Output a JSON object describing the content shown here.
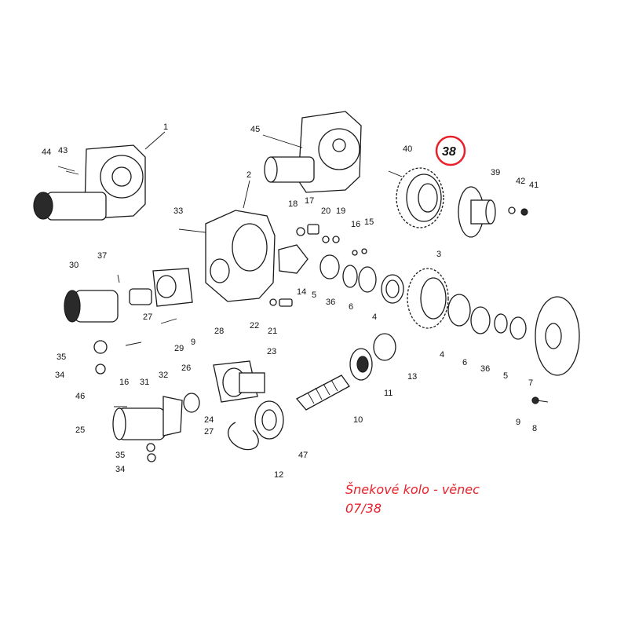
{
  "diagram": {
    "highlight_color": "#e8202a",
    "highlighted_part": "38",
    "callouts": {
      "c1": "1",
      "c2": "2",
      "c3": "3",
      "c4a": "4",
      "c4b": "4",
      "c5a": "5",
      "c5b": "5",
      "c6a": "6",
      "c6b": "6",
      "c7": "7",
      "c8": "8",
      "c9a": "9",
      "c9b": "9",
      "c10": "10",
      "c11": "11",
      "c12": "12",
      "c13": "13",
      "c14": "14",
      "c15": "15",
      "c16a": "16",
      "c16b": "16",
      "c17": "17",
      "c18": "18",
      "c19": "19",
      "c20": "20",
      "c21": "21",
      "c22": "22",
      "c23": "23",
      "c24": "24",
      "c25": "25",
      "c26": "26",
      "c27a": "27",
      "c27b": "27",
      "c28": "28",
      "c29": "29",
      "c30": "30",
      "c31": "31",
      "c32": "32",
      "c33": "33",
      "c34a": "34",
      "c34b": "34",
      "c35a": "35",
      "c35b": "35",
      "c36a": "36",
      "c36b": "36",
      "c37": "37",
      "c38": "38",
      "c39": "39",
      "c40": "40",
      "c41": "41",
      "c42": "42",
      "c43": "43",
      "c44": "44",
      "c45": "45",
      "c46": "46",
      "c47": "47"
    }
  },
  "caption": {
    "line1": "Šnekové kolo - věnec",
    "line2": "07/38"
  }
}
